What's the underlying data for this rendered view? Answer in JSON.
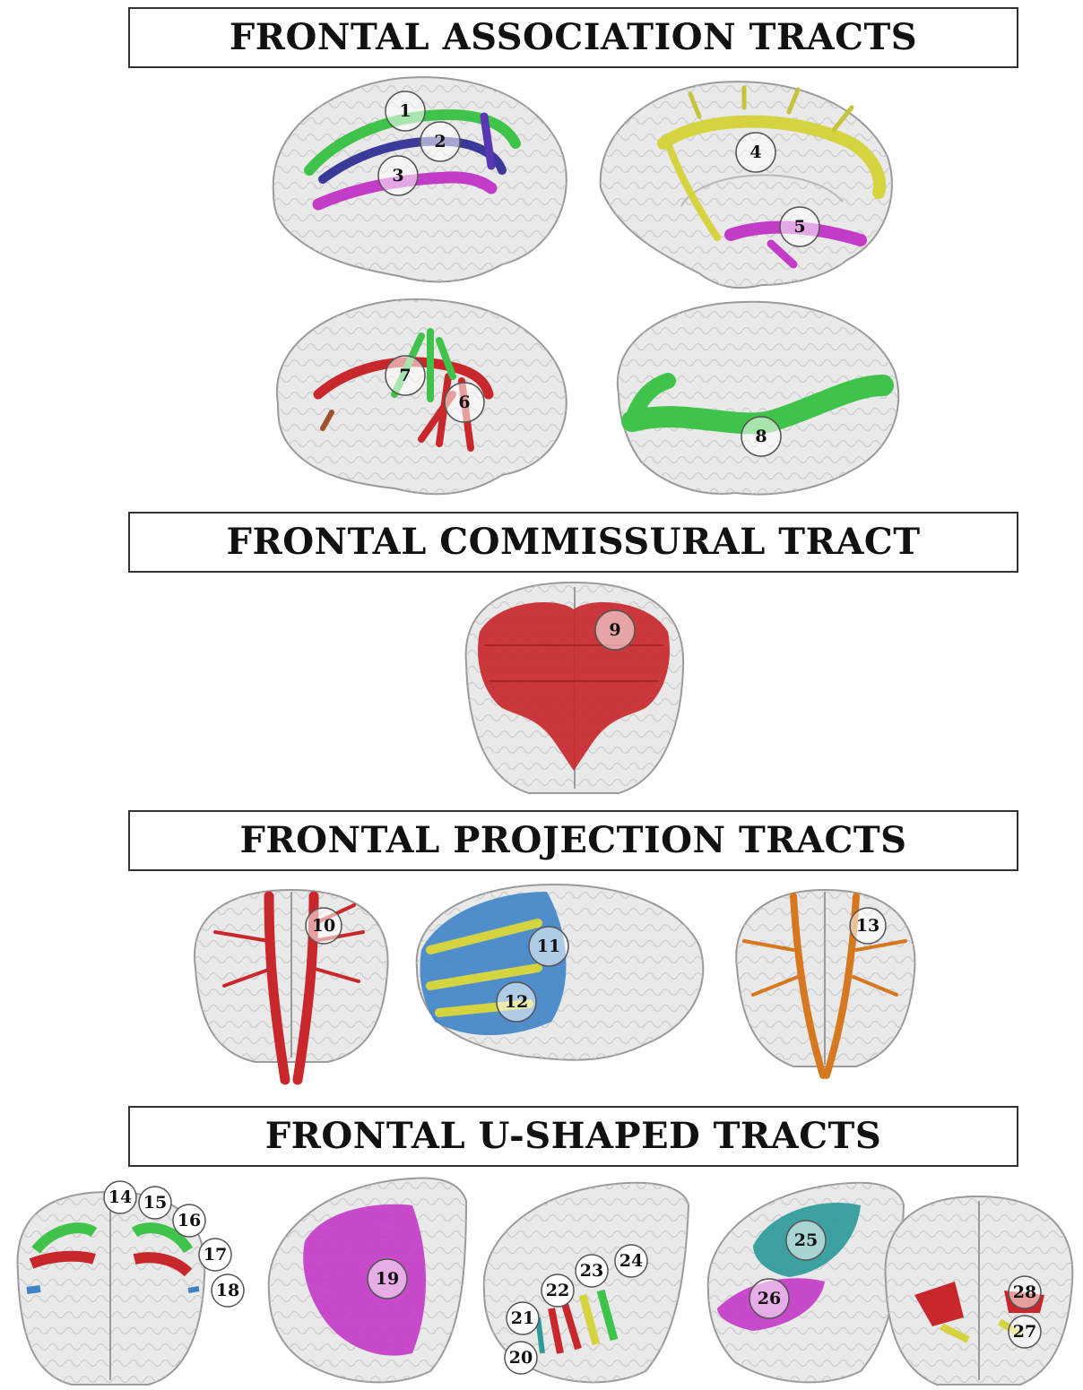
{
  "sections": {
    "association": "FRONTAL ASSOCIATION TRACTS",
    "commissural": "FRONTAL COMMISSURAL TRACT",
    "projection": "FRONTAL PROJECTION TRACTS",
    "ushaped": "FRONTAL U-SHAPED TRACTS"
  },
  "labels": [
    "1",
    "2",
    "3",
    "4",
    "5",
    "6",
    "7",
    "8",
    "9",
    "10",
    "11",
    "12",
    "13",
    "14",
    "15",
    "16",
    "17",
    "18",
    "19",
    "20",
    "21",
    "22",
    "23",
    "24",
    "25",
    "26",
    "27",
    "28"
  ],
  "colors": {
    "brain": "#e9e9e9",
    "brain_stroke": "#9a9a9a",
    "green": "#3fc34a",
    "purple": "#c33cc8",
    "navy": "#3a3a9a",
    "yellow": "#d6d340",
    "red": "#c8282c",
    "blue": "#3e84c6",
    "orange": "#d5781f",
    "teal": "#2f9a9a"
  }
}
